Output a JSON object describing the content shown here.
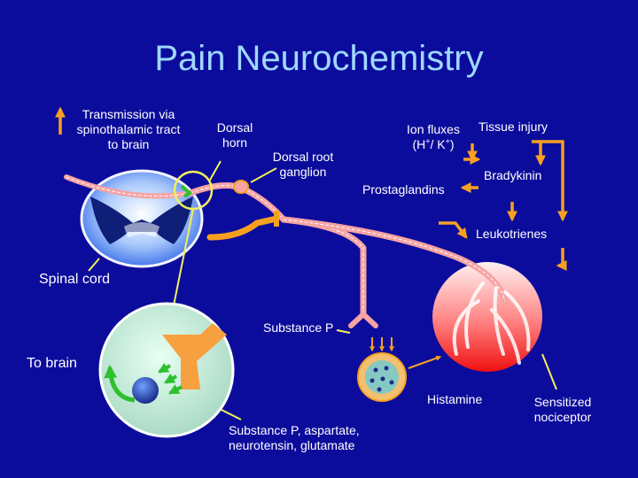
{
  "title": "Pain Neurochemistry",
  "labels": {
    "transmission_line1": "Transmission via",
    "transmission_line2": "spinothalamic tract",
    "transmission_line3": "to brain",
    "dorsal_horn_line1": "Dorsal",
    "dorsal_horn_line2": "horn",
    "drg_line1": "Dorsal root",
    "drg_line2": "ganglion",
    "ion_fluxes_line1": "Ion fluxes",
    "ion_open": "(H",
    "ion_plus1": "+",
    "ion_mid": "/ K",
    "ion_plus2": "+",
    "ion_close": ")",
    "tissue_injury": "Tissue injury",
    "bradykinin": "Bradykinin",
    "prostaglandins": "Prostaglandins",
    "leukotrienes": "Leukotrienes",
    "spinal_cord": "Spinal cord",
    "substance_p": "Substance P",
    "to_brain": "To brain",
    "histamine": "Histamine",
    "sensitized_line1": "Sensitized",
    "sensitized_line2": "nociceptor",
    "neurotransmitters_line1": "Substance P, aspartate,",
    "neurotransmitters_line2": "neurotensin, glutamate"
  },
  "colors": {
    "background": "#0c0c9c",
    "title": "#9fd8ff",
    "arrow": "#f7a020",
    "callout": "#f3f05a",
    "nerve_fiber": "#f6a3a3",
    "spinal_cord": "#6fa4f8",
    "synapse_bg": "#bde8d8",
    "mast_cell": "#f2c070",
    "receptor_green": "#2ec02e"
  }
}
